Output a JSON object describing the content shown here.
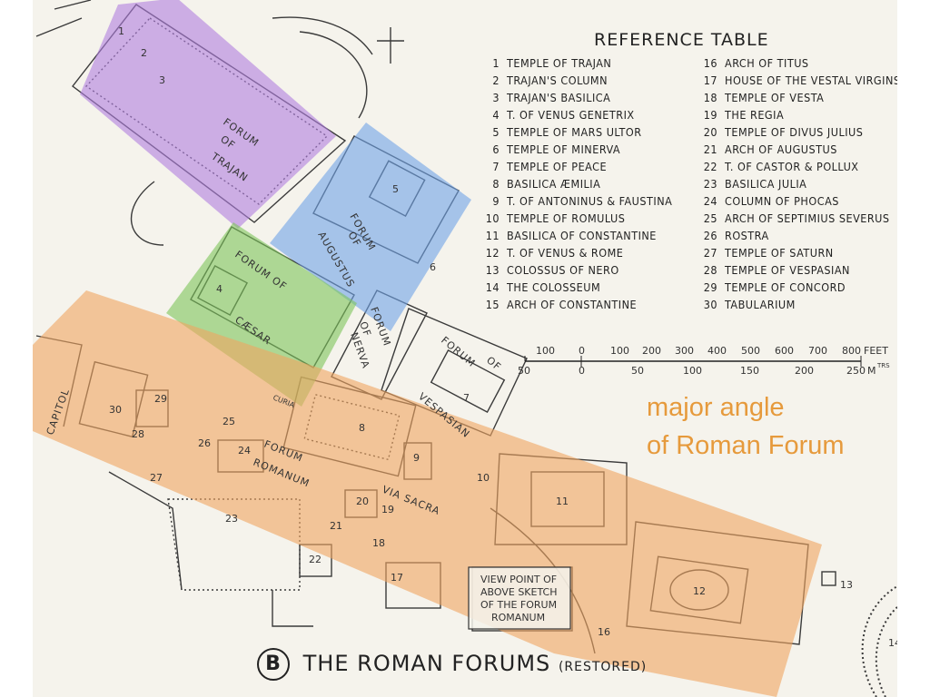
{
  "reference_table": {
    "title": "REFERENCE TABLE",
    "entries": [
      {
        "n": "1",
        "name": "TEMPLE OF TRAJAN"
      },
      {
        "n": "2",
        "name": "TRAJAN'S COLUMN"
      },
      {
        "n": "3",
        "name": "TRAJAN'S BASILICA"
      },
      {
        "n": "4",
        "name": "T. OF VENUS GENETRIX"
      },
      {
        "n": "5",
        "name": "TEMPLE OF MARS ULTOR"
      },
      {
        "n": "6",
        "name": "TEMPLE OF MINERVA"
      },
      {
        "n": "7",
        "name": "TEMPLE OF PEACE"
      },
      {
        "n": "8",
        "name": "BASILICA ÆMILIA"
      },
      {
        "n": "9",
        "name": "T. OF ANTONINUS & FAUSTINA"
      },
      {
        "n": "10",
        "name": "TEMPLE OF ROMULUS"
      },
      {
        "n": "11",
        "name": "BASILICA OF CONSTANTINE"
      },
      {
        "n": "12",
        "name": "T. OF VENUS & ROME"
      },
      {
        "n": "13",
        "name": "COLOSSUS OF NERO"
      },
      {
        "n": "14",
        "name": "THE COLOSSEUM"
      },
      {
        "n": "15",
        "name": "ARCH OF CONSTANTINE"
      },
      {
        "n": "16",
        "name": "ARCH OF TITUS"
      },
      {
        "n": "17",
        "name": "HOUSE OF THE VESTAL VIRGINS"
      },
      {
        "n": "18",
        "name": "TEMPLE OF VESTA"
      },
      {
        "n": "19",
        "name": "THE REGIA"
      },
      {
        "n": "20",
        "name": "TEMPLE OF DIVUS JULIUS"
      },
      {
        "n": "21",
        "name": "ARCH OF AUGUSTUS"
      },
      {
        "n": "22",
        "name": "T. OF CASTOR & POLLUX"
      },
      {
        "n": "23",
        "name": "BASILICA JULIA"
      },
      {
        "n": "24",
        "name": "COLUMN OF PHOCAS"
      },
      {
        "n": "25",
        "name": "ARCH OF SEPTIMIUS SEVERUS"
      },
      {
        "n": "26",
        "name": "ROSTRA"
      },
      {
        "n": "27",
        "name": "TEMPLE OF SATURN"
      },
      {
        "n": "28",
        "name": "TEMPLE OF VESPASIAN"
      },
      {
        "n": "29",
        "name": "TEMPLE OF CONCORD"
      },
      {
        "n": "30",
        "name": "TABULARIUM"
      }
    ]
  },
  "scale_bar": {
    "feet_ticks": [
      "100",
      "0",
      "100",
      "200",
      "300",
      "400",
      "500",
      "600",
      "700",
      "800"
    ],
    "feet_unit": "FEET",
    "meter_ticks": [
      "50",
      "0",
      "50",
      "100",
      "150",
      "200",
      "250"
    ],
    "meter_unit": "M",
    "meter_unit_sup": "TRS"
  },
  "labels": {
    "forum_trajan": [
      "FORUM",
      "OF",
      "TRAJAN"
    ],
    "forum_augustus": [
      "FORUM",
      "OF",
      "AUGUSTUS"
    ],
    "forum_caesar": [
      "FORUM OF",
      "CÆSAR"
    ],
    "forum_nerva": [
      "FORUM",
      "OF",
      "NERVA"
    ],
    "forum_vespasian": [
      "FORUM",
      "OF",
      "VESPASIAN"
    ],
    "forum_romanum": [
      "FORUM",
      "ROMANUM"
    ],
    "via_sacra": "VIA SACRA",
    "capitol": "CAPITOL",
    "curia": "CURIA",
    "view_point": [
      "VIEW POINT OF",
      "ABOVE SKETCH",
      "OF THE FORUM",
      "ROMANUM"
    ]
  },
  "building_numbers": [
    "1",
    "2",
    "3",
    "4",
    "5",
    "6",
    "7",
    "8",
    "9",
    "10",
    "11",
    "12",
    "13",
    "14",
    "16",
    "17",
    "18",
    "19",
    "20",
    "21",
    "22",
    "23",
    "24",
    "25",
    "26",
    "27",
    "28",
    "29",
    "30"
  ],
  "annotation": {
    "line1": "major angle",
    "line2": "of Roman Forum",
    "color": "#e69a3c"
  },
  "caption": {
    "badge": "B",
    "title": "THE ROMAN FORUMS",
    "note": "(RESTORED)"
  },
  "highlights": {
    "trajan": "#b07fe0",
    "augustus": "#6fa3e8",
    "caesar": "#7dc45a",
    "romanum": "#f0a560"
  }
}
